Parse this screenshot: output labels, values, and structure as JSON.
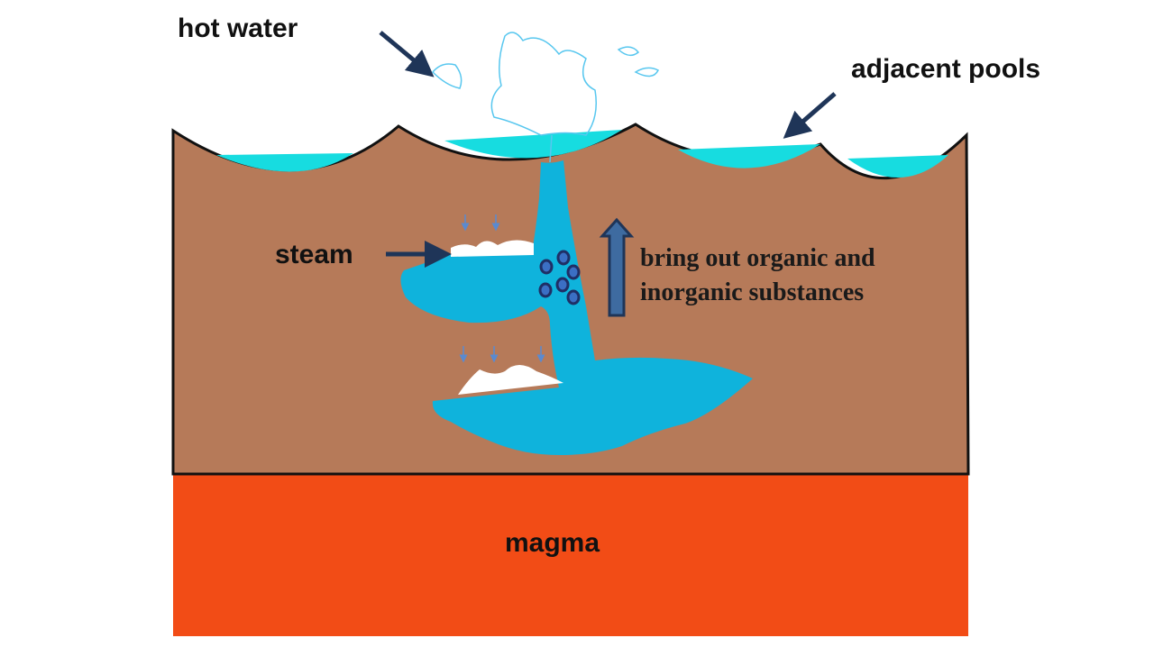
{
  "labels": {
    "hot_water": "hot water",
    "adjacent_pools": "adjacent pools",
    "steam": "steam",
    "substances_line1": "bring out organic and",
    "substances_line2": "inorganic substances",
    "magma": "magma"
  },
  "colors": {
    "earth": "#b67a59",
    "water": "#0fb3dc",
    "pool_surface": "#17dce0",
    "magma": "#f24c16",
    "arrow": "#1f3558",
    "arrow_fill": "#3e6ba0",
    "outline": "#111111",
    "steam": "#ffffff",
    "bubble_outline": "#1f2f66",
    "bubble_fill": "#3b6fc4"
  }
}
